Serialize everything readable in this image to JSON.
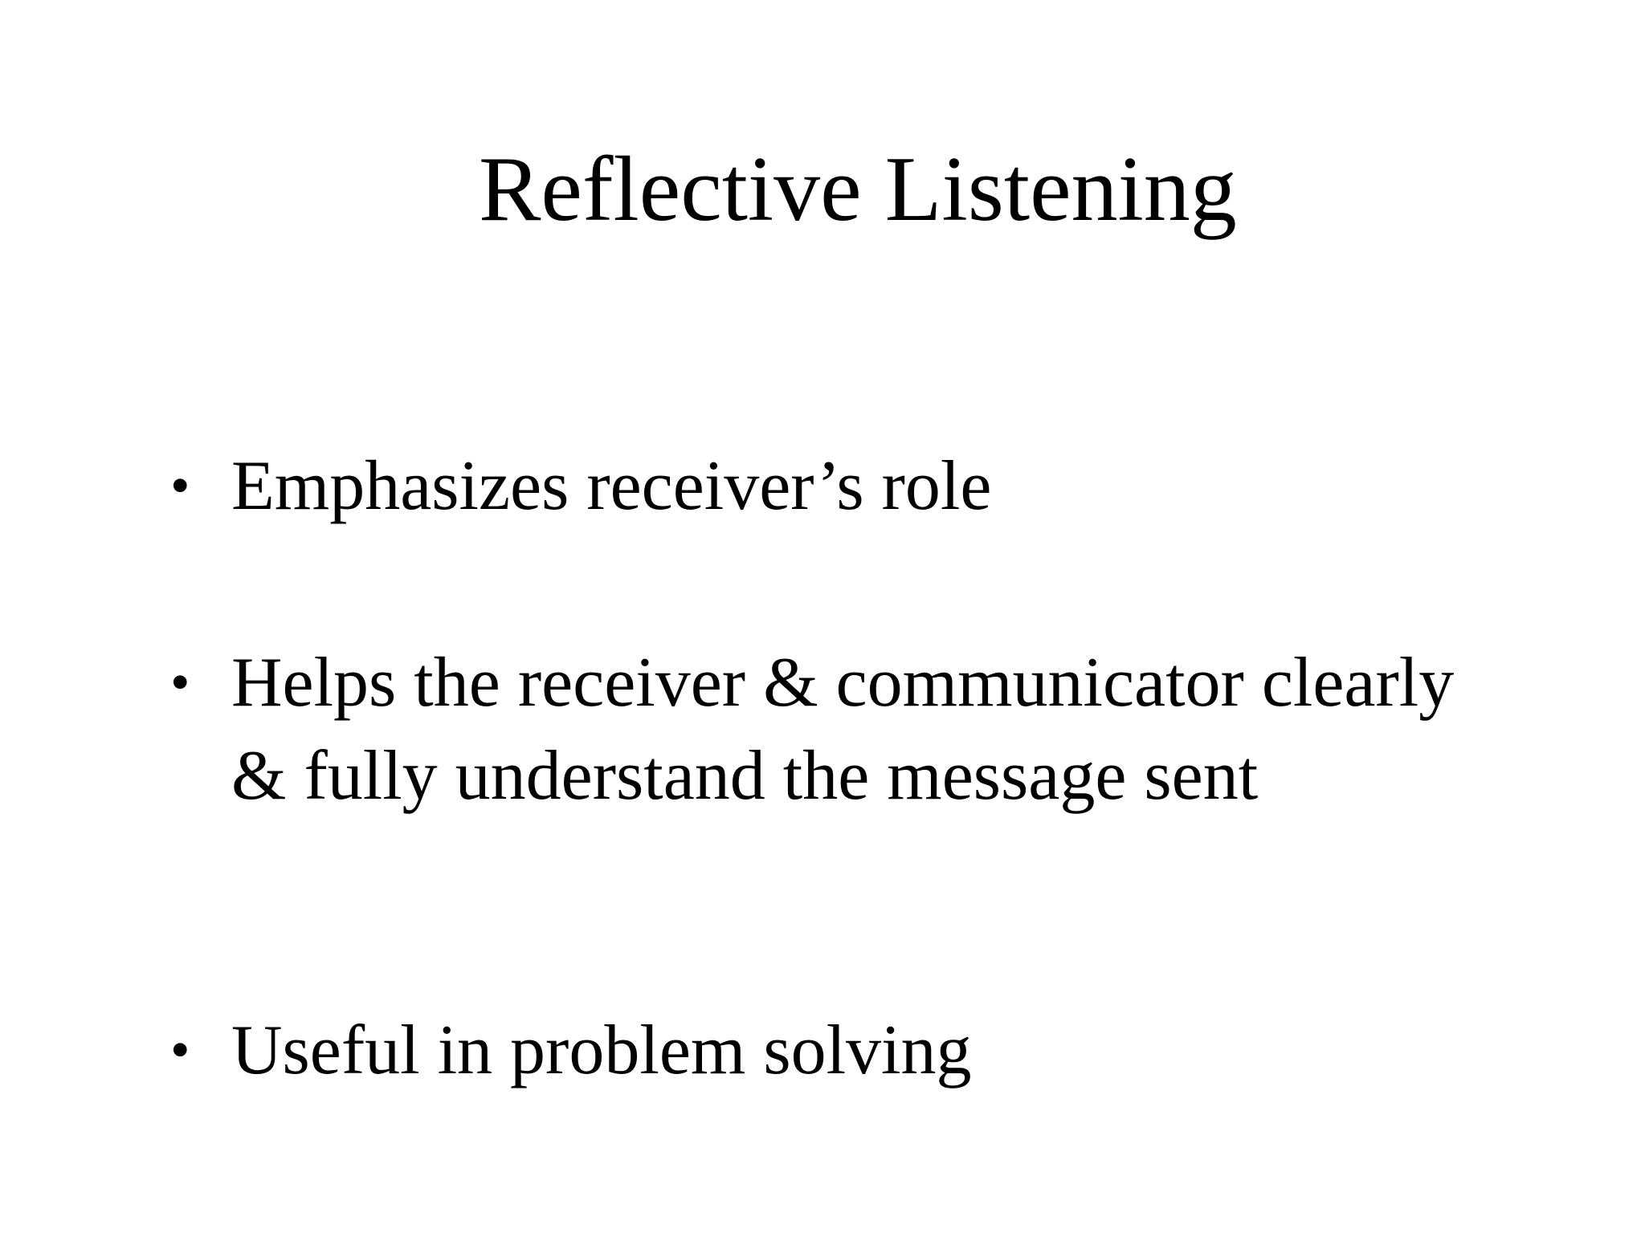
{
  "slide": {
    "title": "Reflective Listening",
    "bullets": [
      {
        "text": "Emphasizes receiver’s role"
      },
      {
        "text": "Helps the receiver & communicator clearly & fully understand the message sent"
      },
      {
        "text": "Useful in problem solving"
      }
    ],
    "bullet_glyph": "•"
  }
}
